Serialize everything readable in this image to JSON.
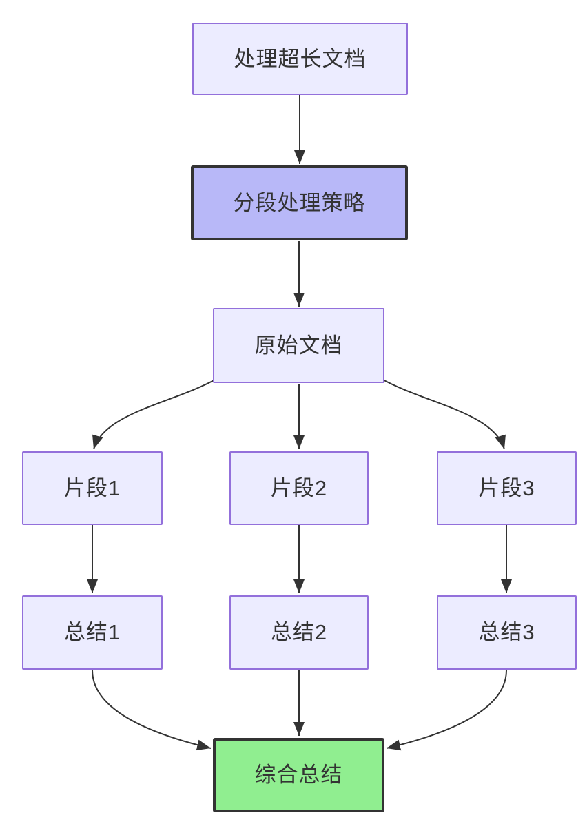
{
  "colors": {
    "node_fill": "#ECECFF",
    "node_border": "#9370DB",
    "emphasis_fill": "#B8B8F8",
    "emphasis_border": "#333333",
    "success_fill": "#90EE90",
    "success_border": "#333333",
    "edge": "#333333",
    "text": "#333333",
    "background": "#FFFFFF"
  },
  "diagram_type": "flowchart-top-down",
  "nodes": [
    {
      "id": "start",
      "label": "处理超长文档",
      "style": "default"
    },
    {
      "id": "strategy",
      "label": "分段处理策略",
      "style": "emphasis"
    },
    {
      "id": "doc",
      "label": "原始文档",
      "style": "default"
    },
    {
      "id": "chunk1",
      "label": "片段1",
      "style": "default"
    },
    {
      "id": "chunk2",
      "label": "片段2",
      "style": "default"
    },
    {
      "id": "chunk3",
      "label": "片段3",
      "style": "default"
    },
    {
      "id": "summary1",
      "label": "总结1",
      "style": "default"
    },
    {
      "id": "summary2",
      "label": "总结2",
      "style": "default"
    },
    {
      "id": "summary3",
      "label": "总结3",
      "style": "default"
    },
    {
      "id": "final",
      "label": "综合总结",
      "style": "success"
    }
  ],
  "edges": [
    {
      "from": "start",
      "to": "strategy"
    },
    {
      "from": "strategy",
      "to": "doc"
    },
    {
      "from": "doc",
      "to": "chunk1"
    },
    {
      "from": "doc",
      "to": "chunk2"
    },
    {
      "from": "doc",
      "to": "chunk3"
    },
    {
      "from": "chunk1",
      "to": "summary1"
    },
    {
      "from": "chunk2",
      "to": "summary2"
    },
    {
      "from": "chunk3",
      "to": "summary3"
    },
    {
      "from": "summary1",
      "to": "final"
    },
    {
      "from": "summary2",
      "to": "final"
    },
    {
      "from": "summary3",
      "to": "final"
    }
  ]
}
